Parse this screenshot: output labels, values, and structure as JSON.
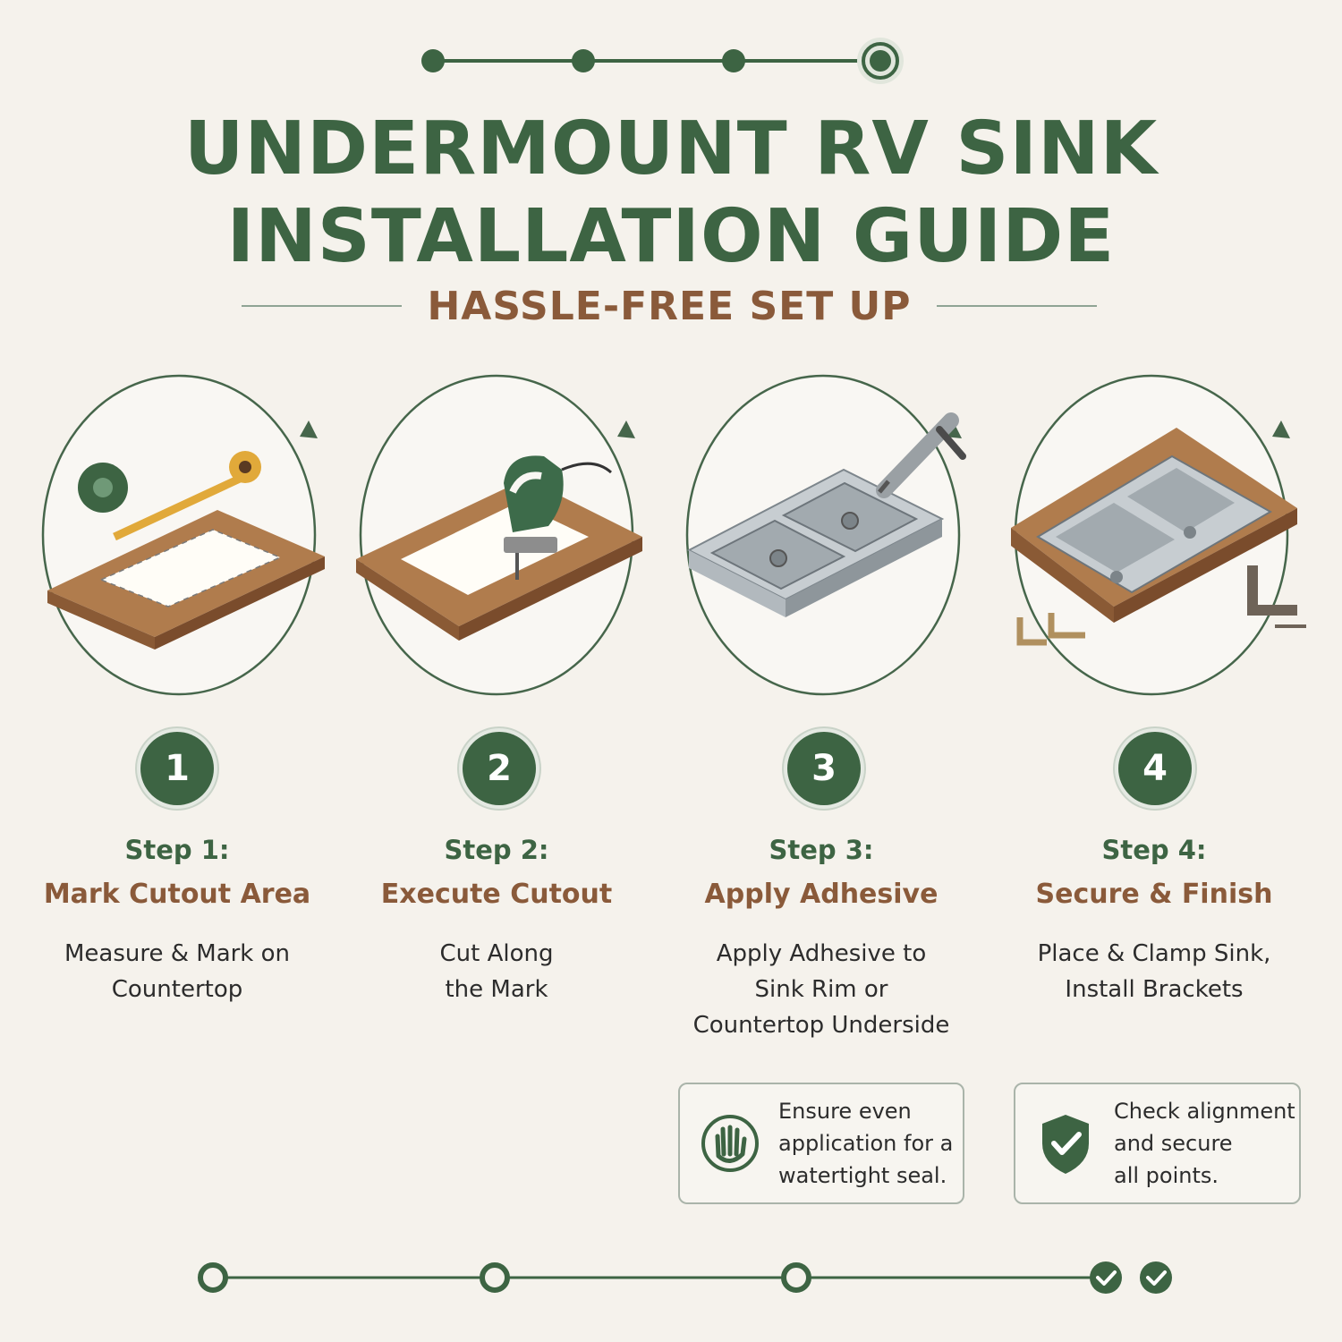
{
  "header": {
    "title_line1": "UNDERMOUNT RV SINK",
    "title_line2": "INSTALLATION GUIDE",
    "subtitle": "HASSLE-FREE SET UP"
  },
  "colors": {
    "green": "#3d6443",
    "brown": "#8a5a3a",
    "background": "#f5f2ec"
  },
  "steps": [
    {
      "badge": "1",
      "label": "Step 1:",
      "title": "Mark Cutout Area",
      "desc_lines": [
        "Measure & Mark on",
        "Countertop"
      ],
      "illustration": "tape-measure-countertop-icon"
    },
    {
      "badge": "2",
      "label": "Step 2:",
      "title": "Execute Cutout",
      "desc_lines": [
        "Cut Along",
        "the Mark"
      ],
      "illustration": "jigsaw-icon"
    },
    {
      "badge": "3",
      "label": "Step 3:",
      "title": "Apply Adhesive",
      "desc_lines": [
        "Apply Adhesive to",
        "Sink Rim or",
        "Countertop Underside"
      ],
      "illustration": "caulk-gun-sink-icon"
    },
    {
      "badge": "4",
      "label": "Step 4:",
      "title": "Secure & Finish",
      "desc_lines": [
        "Place & Clamp Sink,",
        "Install Brackets"
      ],
      "illustration": "clamp-brackets-icon"
    }
  ],
  "tips": [
    {
      "icon": "hand-seal-icon",
      "lines": [
        "Ensure even",
        "application for a",
        "watertight seal."
      ]
    },
    {
      "icon": "shield-check-icon",
      "lines": [
        "Check alignment",
        "and secure",
        "all points."
      ]
    }
  ]
}
